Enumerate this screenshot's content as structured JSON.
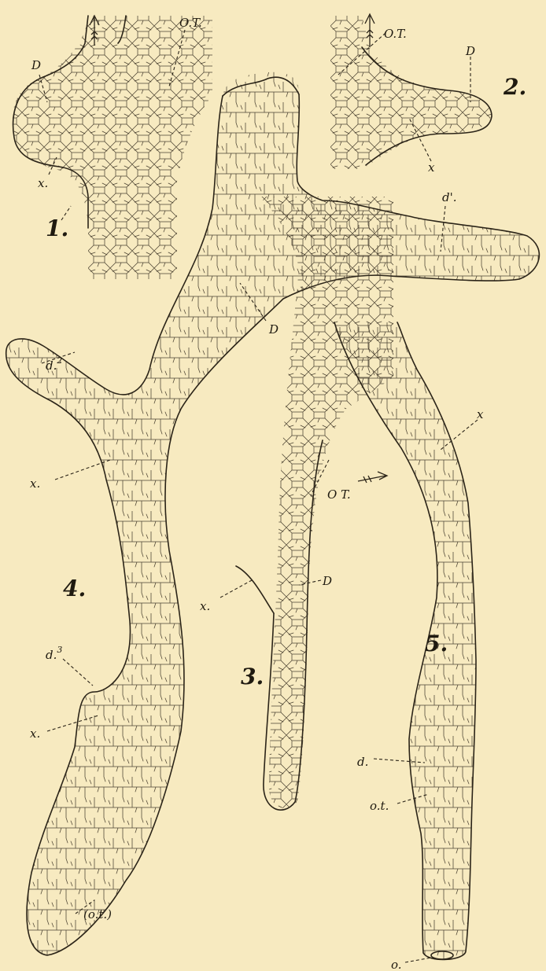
{
  "labels": {
    "fig1_num": "1.",
    "fig1_D": "D",
    "fig1_OT": "O.T.",
    "fig1_x": "x.",
    "fig2_num": "2.",
    "fig2_D": "D",
    "fig2_OT": "O.T.",
    "fig2_x": "x",
    "fig3_num": "3.",
    "fig3_D": "D",
    "fig3_OT": "O T.",
    "fig3_x": "x.",
    "fig4_num": "4.",
    "fig4_D": "D",
    "fig4_d1": "d'.",
    "fig4_d2": "d.",
    "fig4_d2_sup": "2",
    "fig4_d3": "d.",
    "fig4_d3_sup": "3",
    "fig4_x_upper": "x.",
    "fig4_x_lower": "x.",
    "fig4_ot": "(o.t.)",
    "fig5_num": "5.",
    "fig5_x": "x",
    "fig5_d": "d.",
    "fig5_ot": "o.t.",
    "fig5_o": "o."
  },
  "colors": {
    "paper": "#f7eac0",
    "ink": "#2b2418"
  }
}
